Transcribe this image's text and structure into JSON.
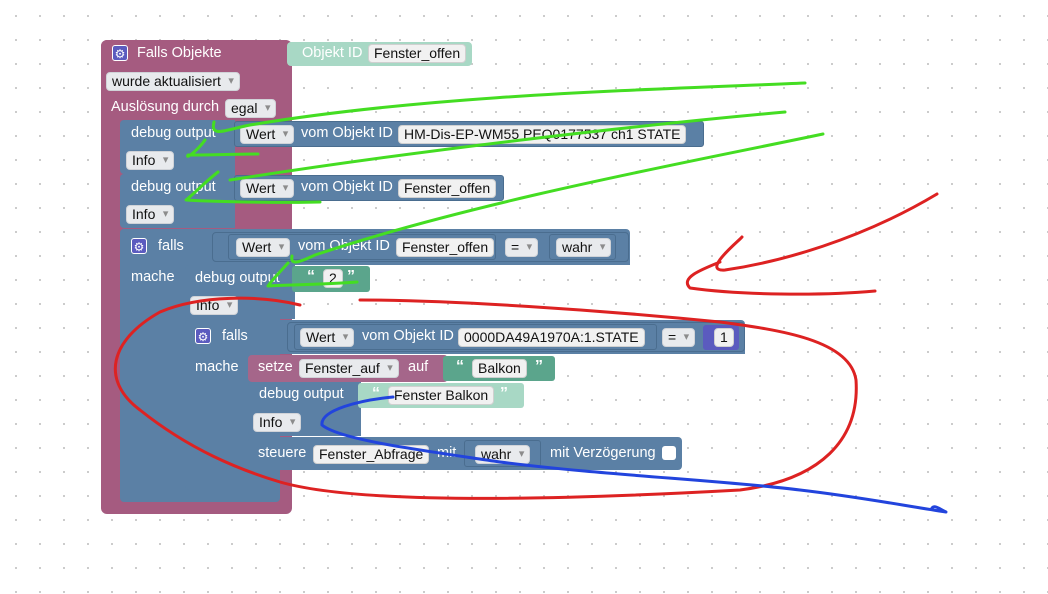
{
  "workspace": {
    "trigger": {
      "title": "Falls Objekte",
      "object_id_label": "Objekt ID",
      "object_id_value": "Fenster_offen",
      "event": "wurde aktualisiert",
      "ausloesung_label": "Auslösung durch",
      "ausloesung_value": "egal"
    },
    "debug1": {
      "label": "debug output",
      "level": "Info",
      "source": "Wert",
      "vom_label": "vom Objekt ID",
      "object_id": "HM-Dis-EP-WM55 PEQ0177537 ch1 STATE"
    },
    "debug2": {
      "label": "debug output",
      "level": "Info",
      "source": "Wert",
      "vom_label": "vom Objekt ID",
      "object_id": "Fenster_offen"
    },
    "if1": {
      "falls_label": "falls",
      "mache_label": "mache",
      "source": "Wert",
      "vom_label": "vom Objekt ID",
      "object_id": "Fenster_offen",
      "operator": "=",
      "compare_value": "wahr",
      "debug": {
        "label": "debug output",
        "text": "2",
        "level": "Info"
      }
    },
    "if2": {
      "falls_label": "falls",
      "mache_label": "mache",
      "source": "Wert",
      "vom_label": "vom Objekt ID",
      "object_id": "0000DA49A1970A:1.STATE",
      "operator": "=",
      "compare_value": "1",
      "setze": {
        "label": "setze",
        "variable": "Fenster_auf",
        "auf_label": "auf",
        "value": "Balkon"
      },
      "debug": {
        "label": "debug output",
        "text": "Fenster Balkon",
        "level": "Info"
      },
      "steuere": {
        "label": "steuere",
        "target": "Fenster_Abfrage",
        "mit_label": "mit",
        "value": "wahr",
        "delay_label": "mit Verzögerung"
      }
    }
  },
  "colors": {
    "trigger": "#a55b80",
    "debug": "#5b80a5",
    "variable": "#a5668a",
    "text": "#5ba58c",
    "logic_light": "#8aa5c6",
    "annotation_green": "#44dd22",
    "annotation_red": "#dd2222",
    "annotation_blue": "#2244dd"
  },
  "icons": [
    "gear-icon",
    "quote-open-icon",
    "quote-close-icon"
  ]
}
